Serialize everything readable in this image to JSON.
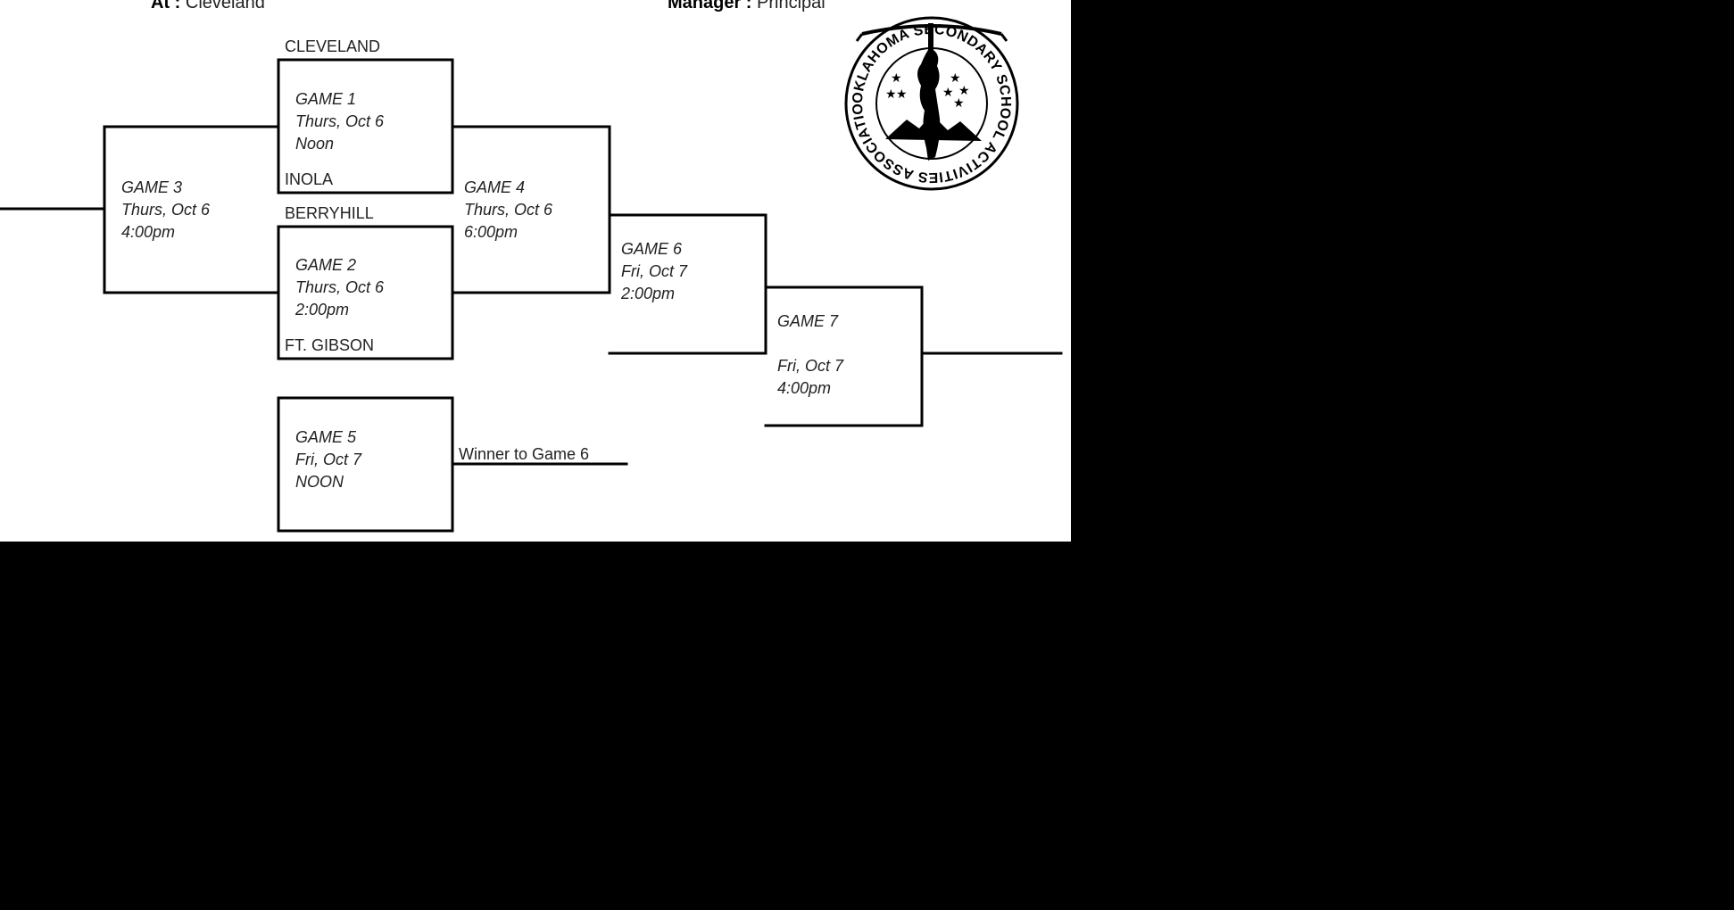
{
  "header": {
    "at_label": "At :",
    "at_value": "Cleveland",
    "manager_label": "Manager :",
    "manager_value": "Principal"
  },
  "teams": {
    "cleveland": "CLEVELAND",
    "inola": "INOLA",
    "berryhill": "BERRYHILL",
    "ft_gibson": "FT. GIBSON"
  },
  "games": [
    {
      "name": "GAME 1",
      "day": "Thurs, Oct 6",
      "time": "Noon"
    },
    {
      "name": "GAME 2",
      "day": "Thurs, Oct 6",
      "time": "2:00pm"
    },
    {
      "name": "GAME 3",
      "day": "Thurs, Oct 6",
      "time": "4:00pm"
    },
    {
      "name": "GAME 4",
      "day": "Thurs, Oct 6",
      "time": "6:00pm"
    },
    {
      "name": "GAME 5",
      "day": "Fri, Oct 7",
      "time": "NOON"
    },
    {
      "name": "GAME 6",
      "day": "Fri, Oct 7",
      "time": "2:00pm"
    },
    {
      "name": "GAME 7",
      "day": "Fri, Oct 7",
      "time": "4:00pm"
    }
  ],
  "winner_note": "Winner to Game 6",
  "seal": {
    "text": "OKLAHOMA SECONDARY SCHOOL ACTIVITIES ASSOCIATION",
    "icon": "osssa-seal-logo"
  }
}
